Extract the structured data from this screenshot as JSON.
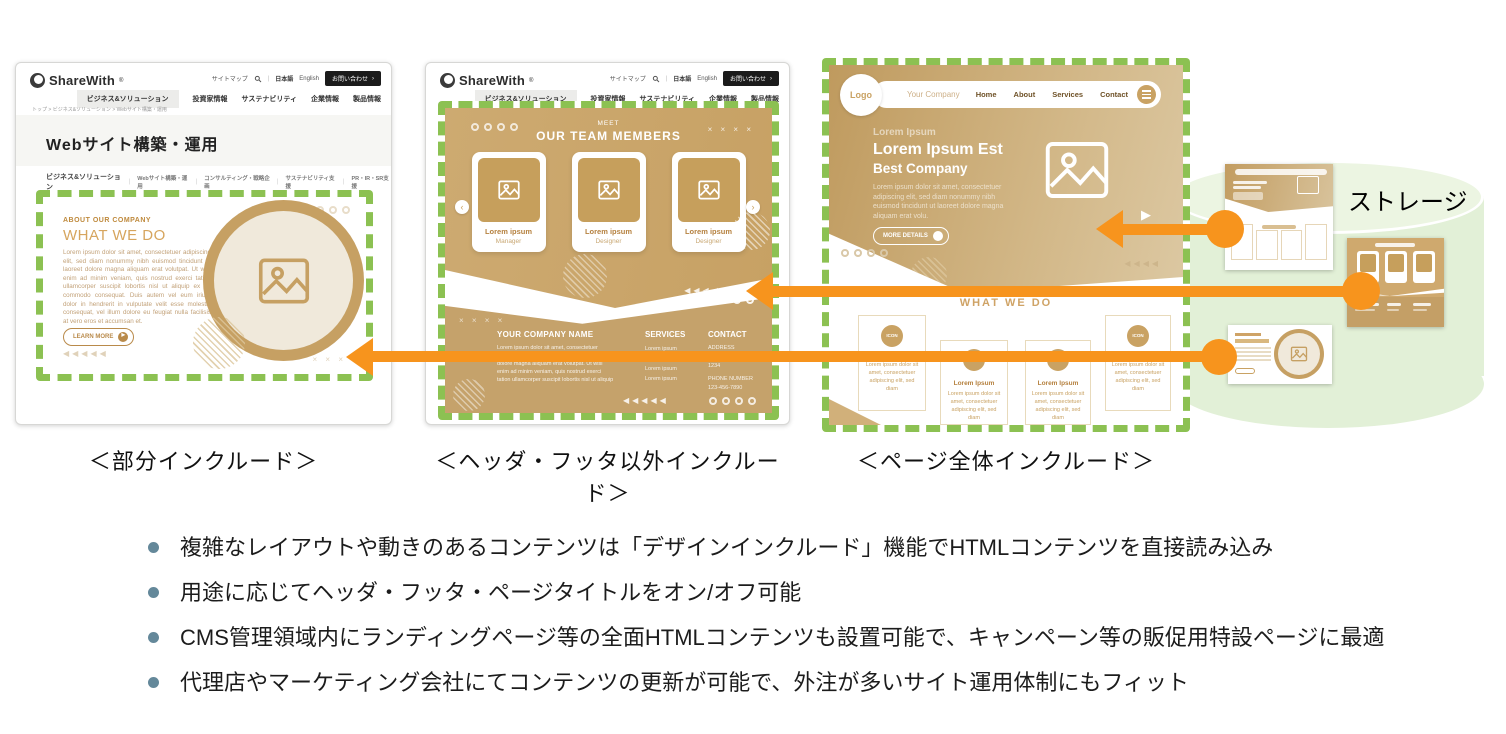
{
  "sharewith": {
    "logo_text": "ShareWith",
    "logo_mark": "®",
    "utility": {
      "sitemap": "サイトマップ",
      "lang_jp": "日本語",
      "lang_en": "English",
      "contact_label": "お問い合わせ",
      "contact_arrow": "›"
    },
    "nav": [
      "ビジネス&ソリューション",
      "投資家情報",
      "サステナビリティ",
      "企業情報",
      "製品情報"
    ],
    "breadcrumb": "トップ > ビジネス&ソリューション > Webサイト構築・運用",
    "page_title": "Webサイト構築・運用",
    "subnav": [
      "ビジネス&ソリューション",
      "Webサイト構築・運用",
      "コンサルティング・戦略企画",
      "サステナビリティ支援",
      "PR・IR・SR支援"
    ]
  },
  "mock1": {
    "about_label": "ABOUT OUR COMPANY",
    "heading": "WHAT WE DO",
    "body": "Lorem ipsum dolor sit amet, consectetuer adipiscing elit, sed diam nonummy nibh euismod tincidunt ut laoreet dolore magna aliquam erat volutpat. Ut wisi enim ad minim veniam, quis nostrud exerci tation ullamcorper suscipit lobortis nisl ut aliquip ex ea commodo consequat. Duis autem vel eum iriure dolor in hendrerit in vulputate velit esse molestie consequat, vel illum dolore eu feugiat nulla facilisis at vero eros et accumsan et.",
    "button": "LEARN MORE"
  },
  "mock2": {
    "kicker": "MEET",
    "heading": "OUR TEAM MEMBERS",
    "cards": [
      {
        "name": "Lorem ipsum",
        "role": "Manager"
      },
      {
        "name": "Lorem ipsum",
        "role": "Designer"
      },
      {
        "name": "Lorem ipsum",
        "role": "Designer"
      }
    ],
    "footer": {
      "company_title": "YOUR COMPANY NAME",
      "company_body": "Lorem ipsum dolor sit amet, consectetuer adipiscing elit, sed diam tincidunt ut laoreet dolore magna aliquam erat volutpat. Ut wisi enim ad minim veniam, quis nostrud exerci tation ullamcorper suscipit lobortis nisl ut aliquip",
      "services_title": "SERVICES",
      "services": [
        "Lorem ipsum",
        "Lorem ipsum",
        "Lorem ipsum",
        "Lorem ipsum"
      ],
      "contact_title": "CONTACT",
      "contact_lines": [
        "ADDRESS",
        "Lorem ipsum dolor sit amet - 1234",
        "PHONE NUMBER",
        "123-456-7890"
      ]
    }
  },
  "mock3": {
    "nav": {
      "logo": "Logo",
      "company": "Your Company",
      "items": [
        "Home",
        "About",
        "Services",
        "Contact"
      ]
    },
    "hero": {
      "kicker": "Lorem Ipsum",
      "title1": "Lorem Ipsum Est",
      "title2": "Best Company",
      "body": "Lorem ipsum dolor sit amet, consectetuer adipiscing elit, sed diam nonummy nibh euismod tincidunt ut laoreet dolore magna aliquam erat volu.",
      "button": "MORE DETAILS"
    },
    "section_heading": "WHAT WE DO",
    "cards": [
      {
        "icon": "ICON",
        "title": "Lorem Ipsum",
        "body": "Lorem ipsum dolor sit amet, consectetuer adipiscing elit, sed diam"
      },
      {
        "title": "Lorem Ipsum",
        "body": "Lorem ipsum dolor sit amet, consectetuer adipiscing elit, sed diam"
      },
      {
        "title": "Lorem Ipsum",
        "body": "Lorem ipsum dolor sit amet, consectetuer adipiscing elit, sed diam"
      },
      {
        "icon": "ICON",
        "title": "Lorem Ipsum",
        "body": "Lorem ipsum dolor sit amet, consectetuer adipiscing elit, sed diam"
      }
    ]
  },
  "storage": {
    "label": "ストレージ"
  },
  "captions": {
    "left": "＜部分インクルード＞",
    "middle": "＜ヘッダ・フッタ以外インクルード＞",
    "right": "＜ページ全体インクルード＞"
  },
  "bullets": [
    "複雑なレイアウトや動きのあるコンテンツは「デザインインクルード」機能でHTMLコンテンツを直接読み込み",
    "用途に応じてヘッダ・フッタ・ページタイトルをオン/オフ可能",
    "CMS管理領域内にランディングページ等の全面HTMLコンテンツも設置可能で、キャンペーン等の販促用特設ページに最適",
    "代理店やマーケティング会社にてコンテンツの更新が可能で、外注が多いサイト運用体制にもフィット"
  ],
  "glyphs": {
    "arrows5": "◀◀◀◀◀",
    "arrows4": "◀◀◀◀",
    "crosses3": "×  ×  ×",
    "crosses4": "×  ×  ×  ×",
    "chev_left": "‹",
    "chev_right": "›",
    "play": "▶"
  },
  "colors": {
    "include_border_green": "#8cc152",
    "arrow_orange": "#f7941d",
    "brand_tan": "#c9a263",
    "storage_green": "#e2f0d7",
    "bullet_teal": "#64889a"
  }
}
